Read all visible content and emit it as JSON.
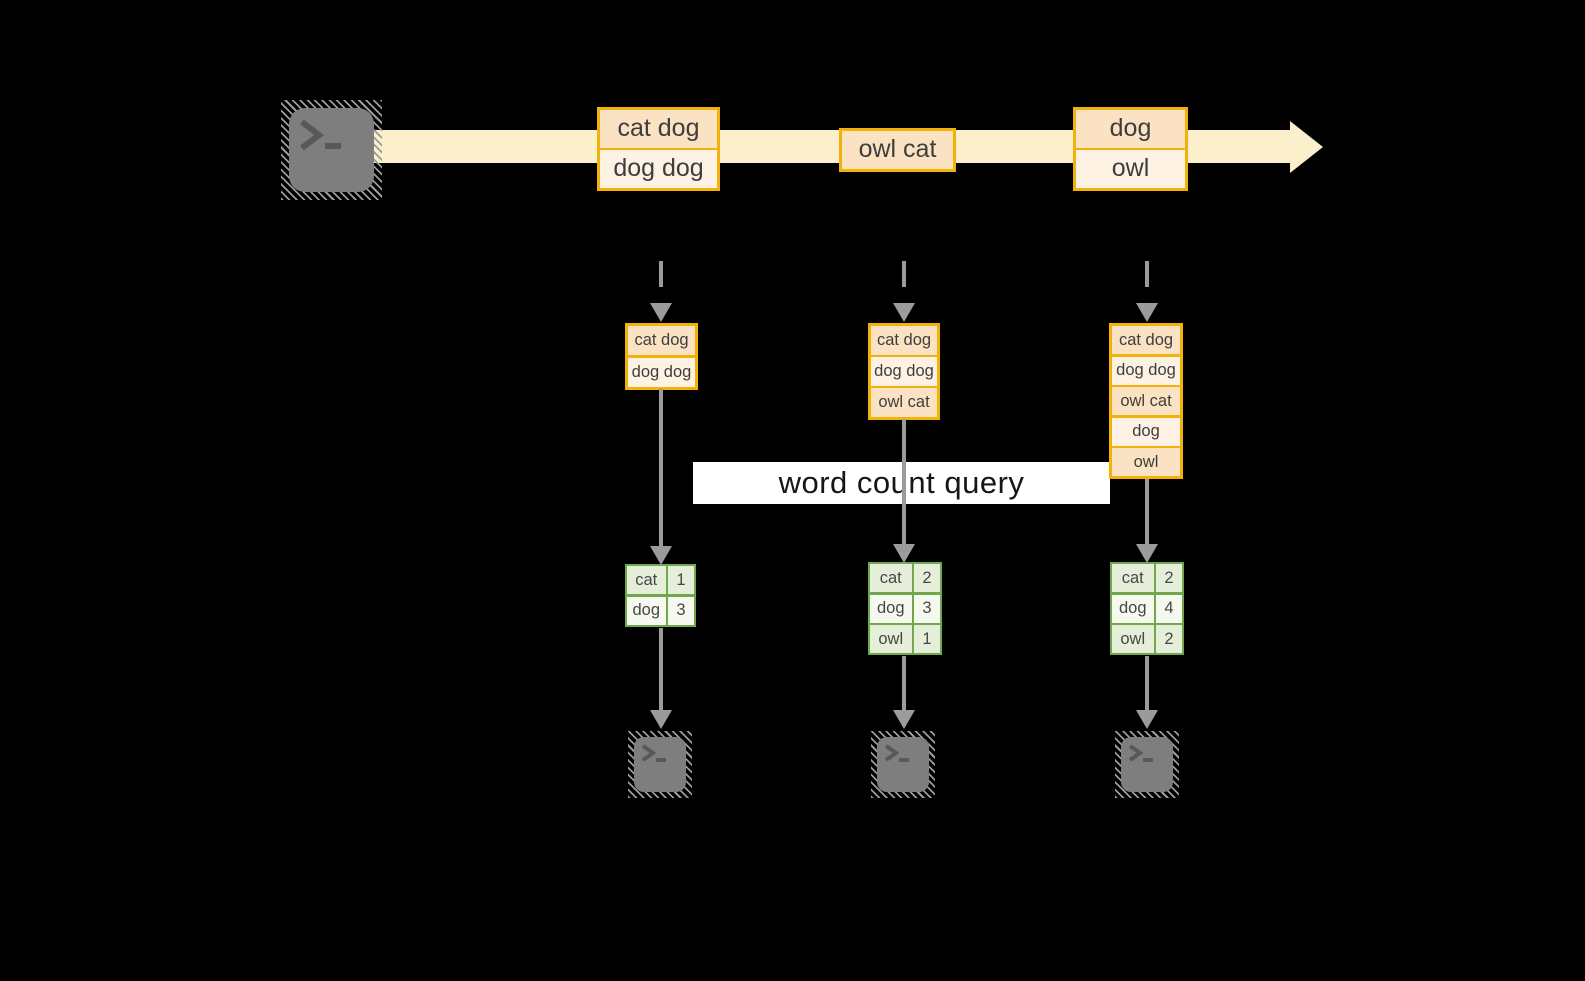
{
  "query_label": "word count query",
  "colors": {
    "stream_band": "#FBF0CB",
    "record_border": "#F2B20A",
    "record_fill_peach": "#FAE2C3",
    "record_fill_cream": "#FDF2E4",
    "table_border": "#72A84C",
    "table_fill_green": "#E4EED9",
    "table_fill_light": "#F5F9F0",
    "arrow_gray": "#9B9B9B",
    "terminal_gray": "#7E7E7E",
    "query_band_bg": "#FFFFFF"
  },
  "stream": {
    "batches": [
      {
        "items": [
          "cat dog",
          "dog dog"
        ]
      },
      {
        "items": [
          "owl cat"
        ]
      },
      {
        "items": [
          "dog",
          "owl"
        ]
      }
    ]
  },
  "columns": [
    {
      "state": [
        "cat dog",
        "dog dog"
      ],
      "counts": [
        {
          "word": "cat",
          "count": "1"
        },
        {
          "word": "dog",
          "count": "3"
        }
      ]
    },
    {
      "state": [
        "cat dog",
        "dog dog",
        "owl cat"
      ],
      "counts": [
        {
          "word": "cat",
          "count": "2"
        },
        {
          "word": "dog",
          "count": "3"
        },
        {
          "word": "owl",
          "count": "1"
        }
      ]
    },
    {
      "state": [
        "cat dog",
        "dog dog",
        "owl cat",
        "dog",
        "owl"
      ],
      "counts": [
        {
          "word": "cat",
          "count": "2"
        },
        {
          "word": "dog",
          "count": "4"
        },
        {
          "word": "owl",
          "count": "2"
        }
      ]
    }
  ]
}
